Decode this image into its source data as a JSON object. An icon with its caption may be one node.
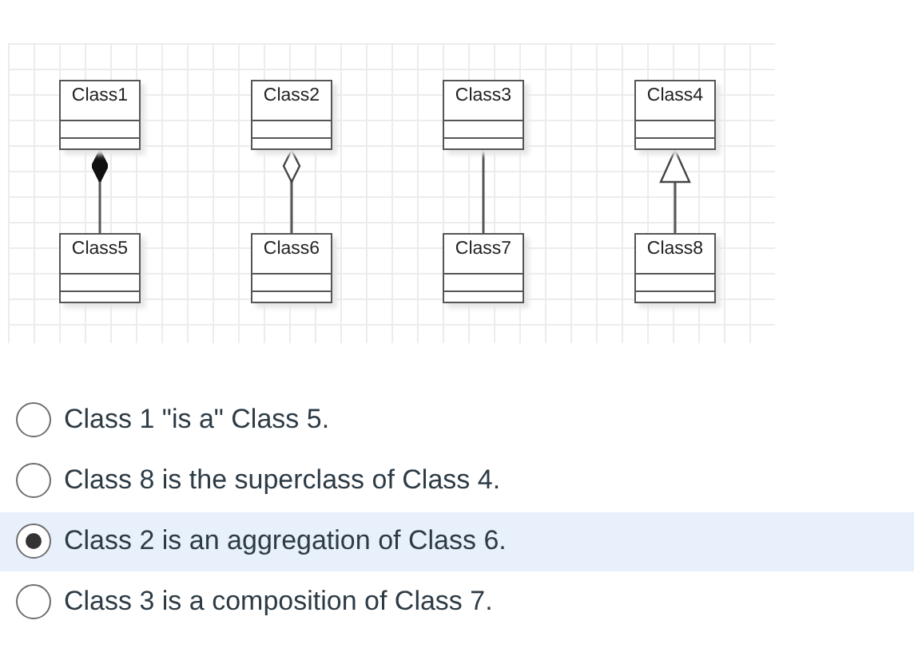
{
  "diagram": {
    "nodes": [
      {
        "text": [
          "Class1"
        ]
      },
      {
        "text": [
          "Class2"
        ]
      },
      {
        "text": [
          "Class3"
        ]
      },
      {
        "text": [
          "Class4"
        ]
      },
      {
        "text": [
          "Class5"
        ]
      },
      {
        "text": [
          "Class6"
        ]
      },
      {
        "text": [
          "Class7"
        ]
      },
      {
        "text": [
          "Class8"
        ]
      }
    ],
    "edges": [
      {
        "from": 0,
        "to": 4,
        "arrow": "other"
      },
      {
        "from": 1,
        "to": 5,
        "arrow": "other"
      },
      {
        "from": 2,
        "to": 6,
        "arrow": "none"
      },
      {
        "from": 7,
        "to": 3,
        "arrow": "to"
      }
    ],
    "labels": [
      "Class 1 \"is a\" Class 5.",
      "Class 8 is the superclass of Class 4.",
      "Class 2 is an aggregation of Class 6.",
      "Class 3 is a composition of Class 7."
    ]
  }
}
